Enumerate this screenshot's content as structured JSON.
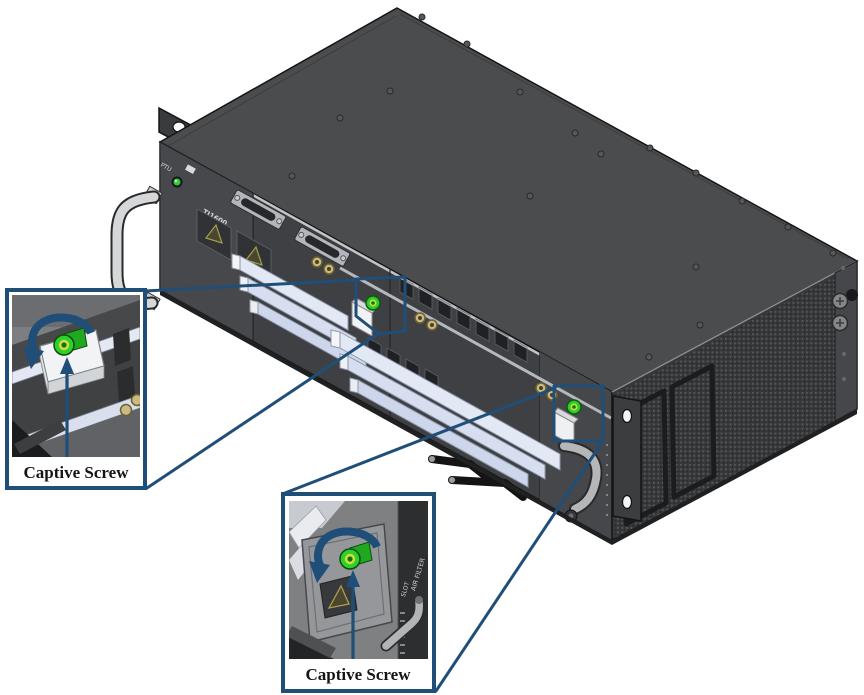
{
  "labels": {
    "callout_left": "Captive Screw",
    "callout_bottom": "Captive Screw"
  },
  "chassis_markings": {
    "module": "PTU",
    "product": "TJ1600",
    "slot": "SLOT",
    "air_filter": "AIR FILTER"
  },
  "icons": {
    "rotation_arrow": "counterclockwise-rotation-arrow",
    "pointer_arrow": "up-pointer-arrow"
  },
  "colors": {
    "accent_blue": "#1f4e79",
    "screw_green": "#2ed02e",
    "chassis_top": "#4b4c4e",
    "chassis_front": "#3e4043",
    "chassis_side": "#37383a",
    "blank_panel": "#dfe6f2",
    "background": "#ffffff"
  }
}
